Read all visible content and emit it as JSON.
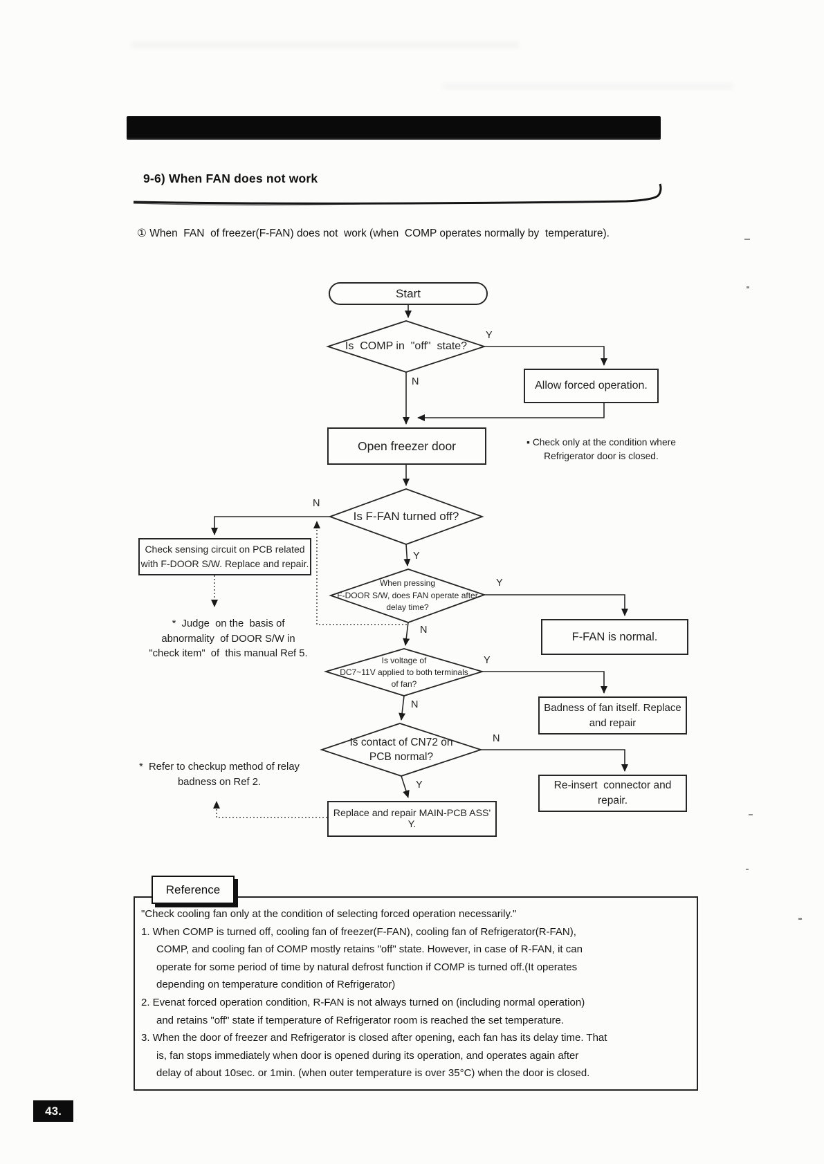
{
  "header": {
    "section_title": "9-6) When FAN does not work"
  },
  "intro": "① When  FAN  of freezer(F-FAN) does not  work (when  COMP operates normally by  temperature).",
  "flowchart": {
    "start": "Start",
    "d1": {
      "text": "Is  COMP in  \"off\"  state?",
      "yes": "Y",
      "no": "N"
    },
    "allow_forced": "Allow forced operation.",
    "open_freezer": "Open freezer door",
    "note_check_only": "▪ Check only at the condition where\nRefrigerator door is closed.",
    "d2": {
      "text": "Is F-FAN turned off?",
      "yes": "Y",
      "no": "N"
    },
    "check_sensing": "Check sensing circuit on PCB related\nwith F-DOOR S/W. Replace and repair.",
    "note_judge": "*  Judge  on the  basis of\nabnormality  of DOOR S/W in\n\"check item\"  of  this manual Ref 5.",
    "d3": {
      "text": "When pressing\nF-DOOR S/W, does FAN operate after\ndelay time?",
      "yes": "Y",
      "no": "N"
    },
    "ffan_normal": "F-FAN is normal.",
    "d4": {
      "text": "Is voltage of\nDC7~11V applied to both terminals\nof fan?",
      "yes": "Y",
      "no": "N"
    },
    "badness_fan": "Badness of fan itself. Replace\nand repair",
    "d5": {
      "text": "Is contact of CN72 on\nPCB normal?",
      "yes": "Y",
      "no": "N"
    },
    "reinsert": "Re-insert  connector and\nrepair.",
    "main_pcb": "Replace and repair MAIN-PCB ASS' Y.",
    "note_refer": "*  Refer to checkup method of relay\nbadness on Ref 2."
  },
  "reference": {
    "label": "Reference",
    "lines": [
      {
        "cls": "lead",
        "text": "\"Check cooling fan only at the condition of selecting forced operation necessarily.\""
      },
      {
        "cls": "num",
        "text": "1. When COMP is turned off, cooling fan of freezer(F-FAN), cooling fan of Refrigerator(R-FAN),"
      },
      {
        "cls": "cont",
        "text": "COMP, and cooling fan of COMP mostly retains  \"off\" state. However, in case of R-FAN, it can"
      },
      {
        "cls": "cont",
        "text": "operate for some period of time by natural defrost function if COMP is turned off.(It operates"
      },
      {
        "cls": "cont",
        "text": "depending on temperature condition of Refrigerator)"
      },
      {
        "cls": "num",
        "text": "2. Evenat forced operation condition, R-FAN is not always  turned on (including  normal operation)"
      },
      {
        "cls": "cont",
        "text": "and  retains  \"off\"  state if temperature of Refrigerator room is reached the set temperature."
      },
      {
        "cls": "num",
        "text": "3. When the door of freezer and Refrigerator is closed after opening, each fan has its delay time. That"
      },
      {
        "cls": "cont",
        "text": "is, fan stops immediately when door is opened during its operation, and operates again after"
      },
      {
        "cls": "cont",
        "text": "delay of about 10sec. or 1min. (when outer temperature is over 35°C) when the door is closed."
      }
    ]
  },
  "page": {
    "number": "43."
  }
}
